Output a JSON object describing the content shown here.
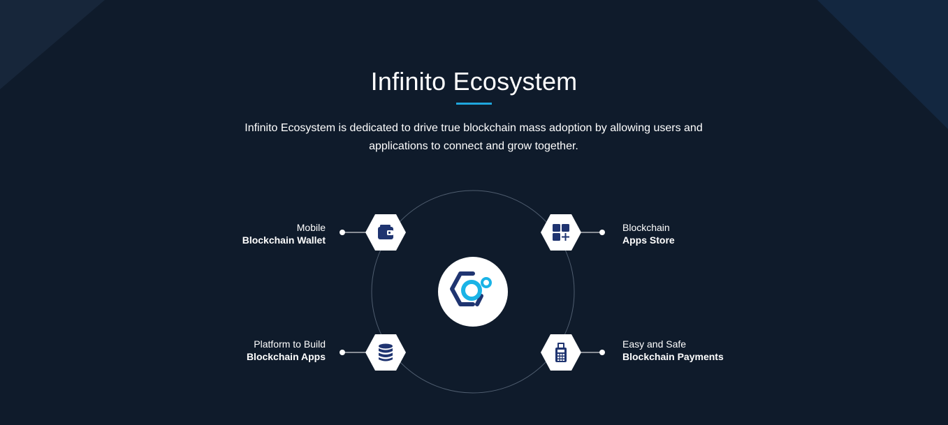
{
  "header": {
    "title": "Infinito Ecosystem",
    "description": "Infinito Ecosystem is dedicated to drive true blockchain mass adoption by allowing users and applications to connect and grow together."
  },
  "ecosystem": {
    "nodes": [
      {
        "id": "wallet",
        "line1": "Mobile",
        "line2": "Blockchain Wallet",
        "icon": "wallet-icon"
      },
      {
        "id": "apps-store",
        "line1": "Blockchain",
        "line2": "Apps Store",
        "icon": "apps-grid-icon"
      },
      {
        "id": "platform",
        "line1": "Platform to Build",
        "line2": "Blockchain Apps",
        "icon": "database-icon"
      },
      {
        "id": "payments",
        "line1": "Easy and Safe",
        "line2": "Blockchain Payments",
        "icon": "payment-terminal-icon"
      }
    ],
    "center_icon": "infinito-logo-icon"
  },
  "colors": {
    "background": "#0f1b2b",
    "accent": "#1fa6dd",
    "icon_navy": "#1f3470",
    "logo_cyan": "#1ab3e6"
  }
}
